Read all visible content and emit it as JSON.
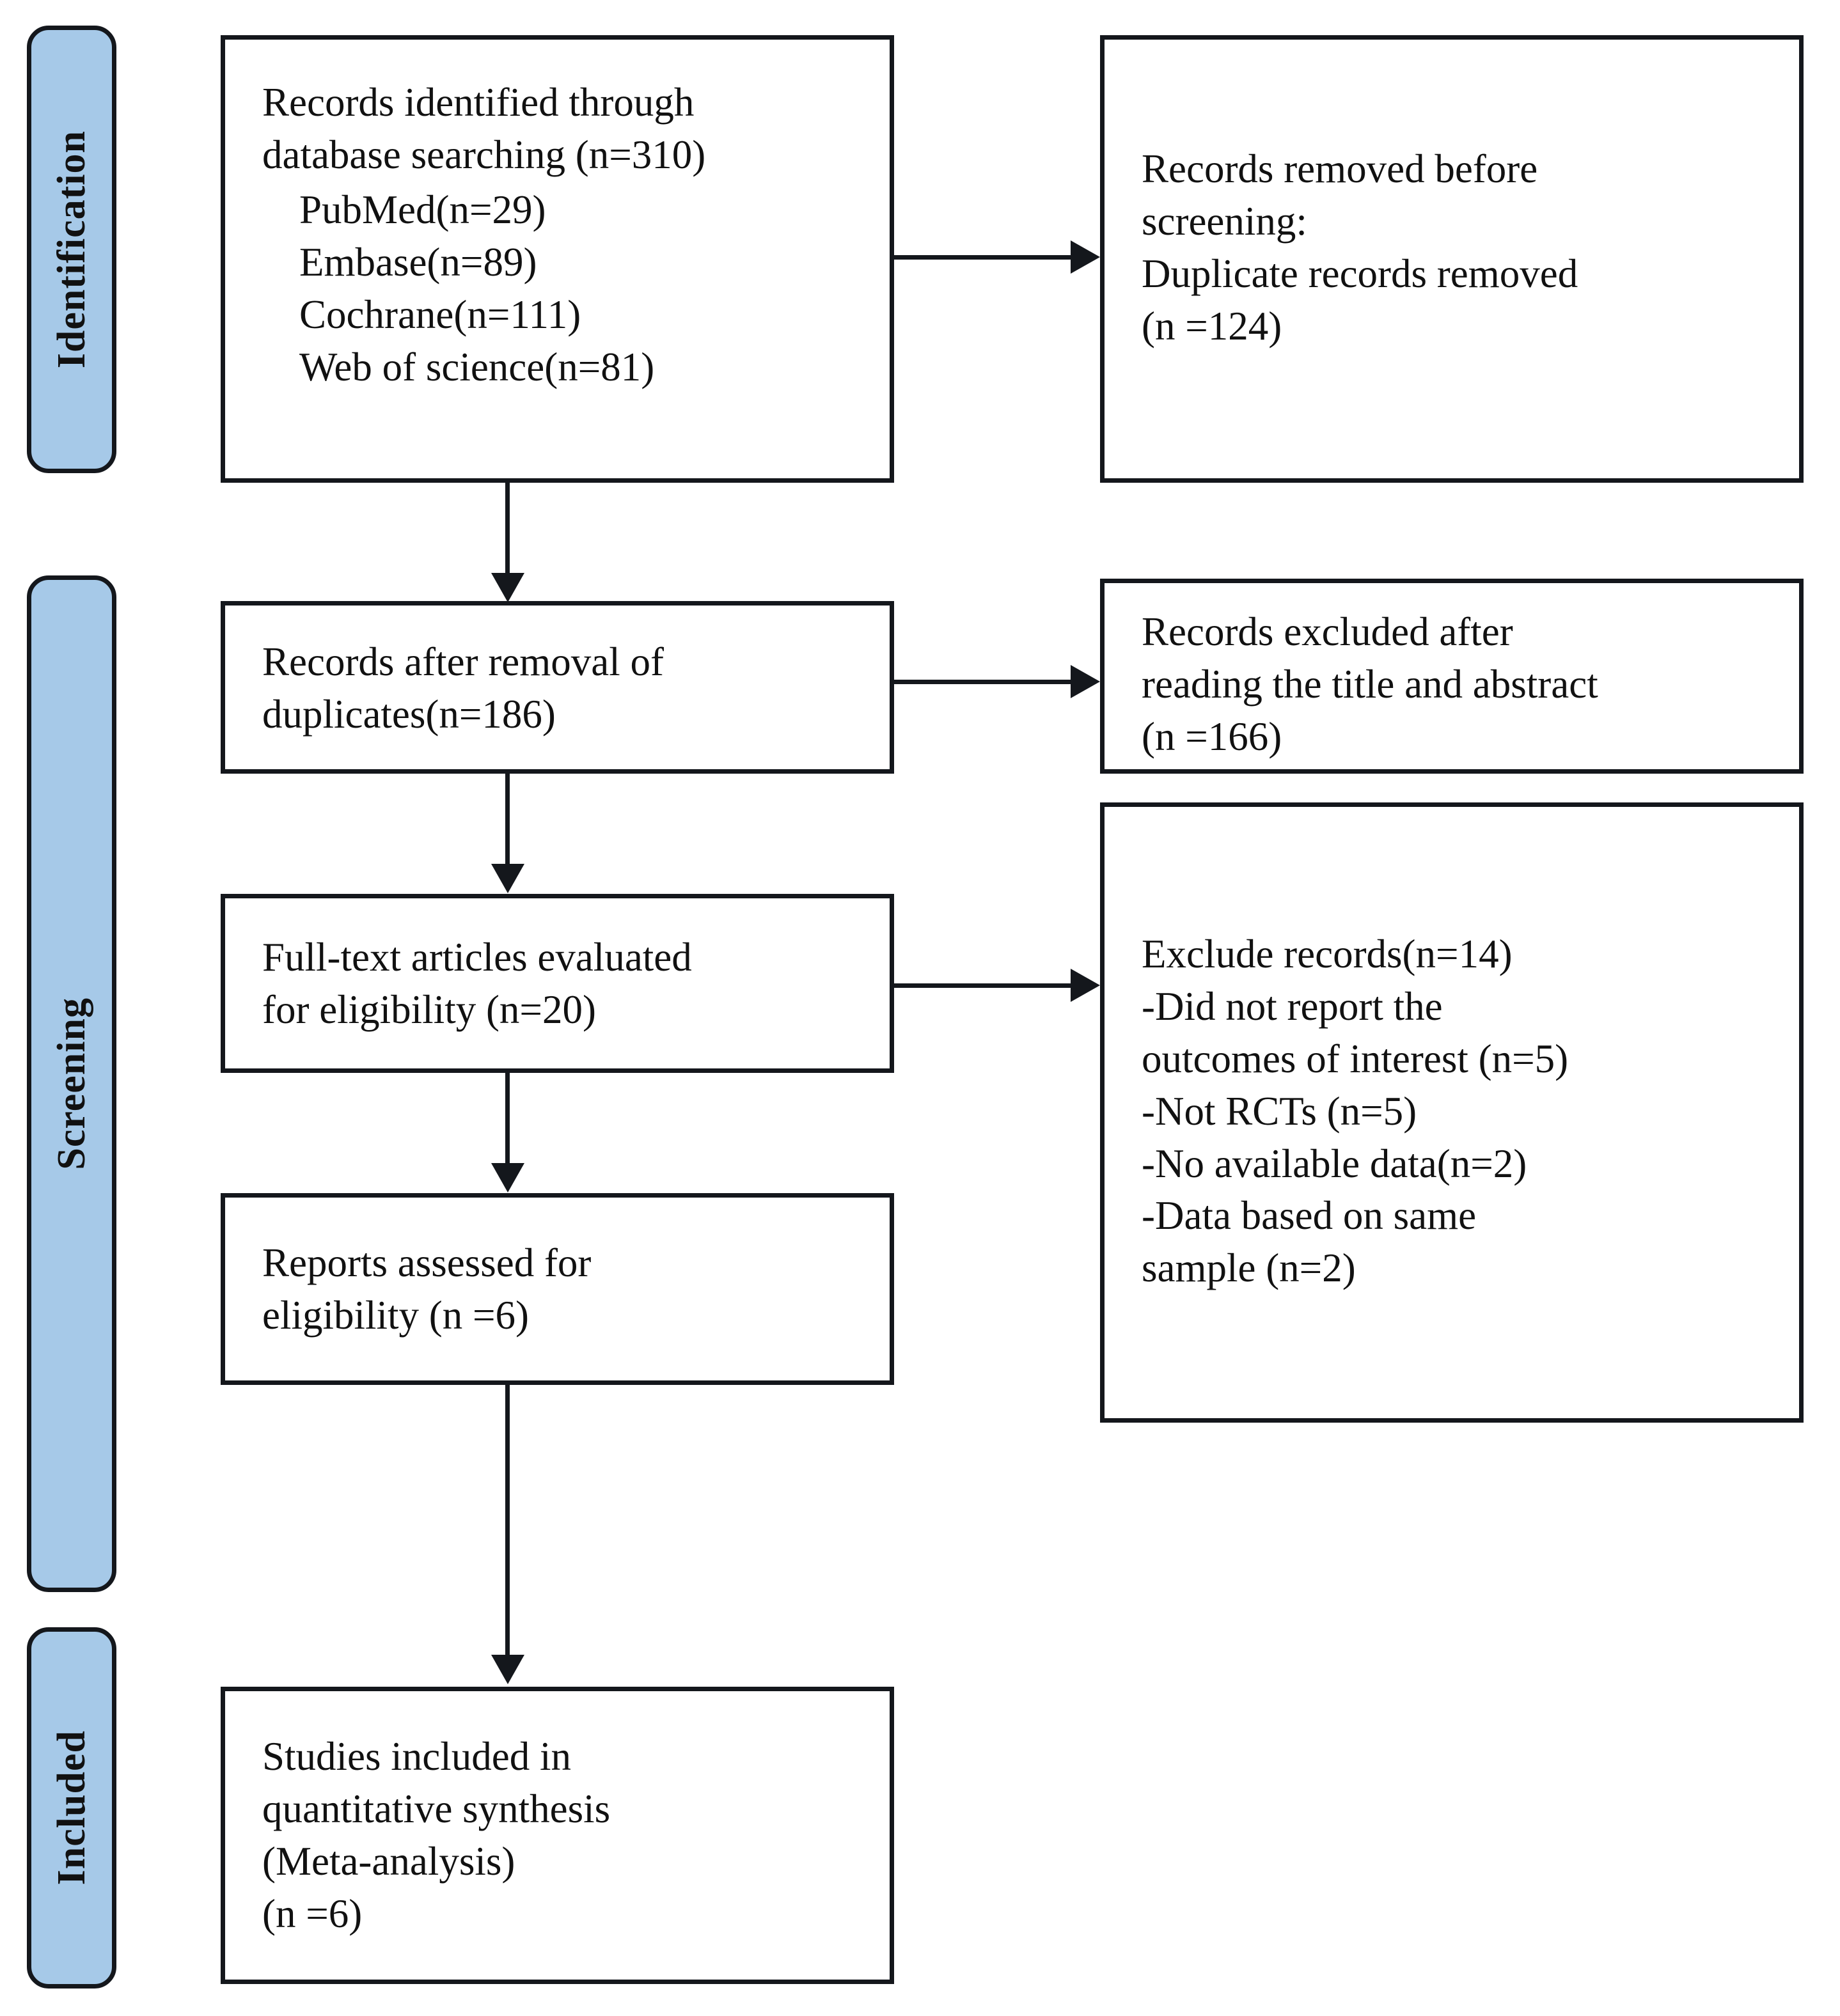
{
  "diagram": {
    "type": "prisma-flow-diagram",
    "accent_color": "#a6c9e8",
    "line_color": "#14171c",
    "stages": [
      {
        "id": "identification",
        "label": "Identification"
      },
      {
        "id": "screening",
        "label": "Screening"
      },
      {
        "id": "included",
        "label": "Included"
      }
    ],
    "boxes": {
      "identified": {
        "main": "Records identified through\ndatabase searching (n=310)",
        "sources": "PubMed(n=29)\nEmbase(n=89)\nCochrane(n=111)\nWeb of science(n=81)"
      },
      "removed_before_screening": {
        "text": "Records removed before\nscreening:\nDuplicate records removed\n(n =124)"
      },
      "after_duplicates": {
        "text": "Records after removal of\nduplicates(n=186)"
      },
      "excluded_title_abstract": {
        "text": "Records excluded after\nreading the title and abstract\n(n =166)"
      },
      "fulltext_evaluated": {
        "text": "Full-text articles evaluated\nfor eligibility (n=20)"
      },
      "excluded_records": {
        "text": "Exclude records(n=14)\n-Did not report the\noutcomes of interest (n=5)\n-Not RCTs (n=5)\n-No available data(n=2)\n-Data based on same\nsample (n=2)"
      },
      "reports_assessed": {
        "text": "Reports assessed for\neligibility (n =6)"
      },
      "studies_included": {
        "text": "Studies included in\nquantitative synthesis\n(Meta-analysis)\n(n =6)"
      }
    },
    "counts": {
      "identified_total": 310,
      "pubmed": 29,
      "embase": 89,
      "cochrane": 111,
      "web_of_science": 81,
      "duplicates_removed": 124,
      "after_duplicates": 186,
      "excluded_title_abstract": 166,
      "fulltext_evaluated": 20,
      "excluded_fulltext_total": 14,
      "excluded_no_outcomes": 5,
      "excluded_not_rct": 5,
      "excluded_no_data": 2,
      "excluded_same_sample": 2,
      "reports_assessed": 6,
      "studies_included": 6
    }
  }
}
